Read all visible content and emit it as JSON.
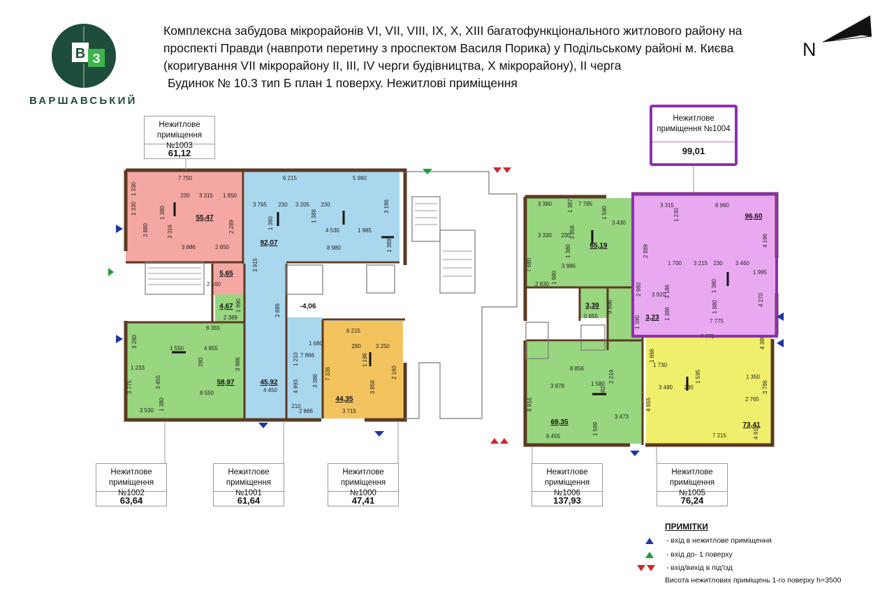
{
  "header": {
    "logo_letters": [
      "В",
      "З"
    ],
    "logo_word": "ВАРШАВСЬКИЙ",
    "title_lines": [
      "Комплексна забудова мікрорайонів VI, VII, VIII, IX, X, XIII багатофункціонального житлового району на",
      "проспекті Правди (навпроти перетину з проспектом Василя Порика) у Подільському районі м. Києва",
      "(коригування VII мікрорайону ІІ, ІІІ, IV черги будівництва, Х мікрорайону), II черга"
    ],
    "subtitle": "Будинок № 10.3   тип Б   план 1 поверху. Нежитлові приміщення",
    "north": "N"
  },
  "premises": [
    {
      "id": "1003",
      "name": "Нежитлове\nприміщення №1003",
      "area": "61,12"
    },
    {
      "id": "1004",
      "name": "Нежитлове\nприміщення №1004",
      "area": "99,01"
    },
    {
      "id": "1002",
      "name": "Нежитлове\nприміщення №1002",
      "area": "63,64"
    },
    {
      "id": "1001",
      "name": "Нежитлове\nприміщення №1001",
      "area": "61,64"
    },
    {
      "id": "1000",
      "name": "Нежитлове\nприміщення №1000",
      "area": "47,41"
    },
    {
      "id": "1006",
      "name": "Нежитлове\nприміщення №1006",
      "area": "137,93"
    },
    {
      "id": "1005",
      "name": "Нежитлове\nприміщення №1005",
      "area": "76,24"
    }
  ],
  "rooms": {
    "r1003_main": "55,47",
    "r1003_aux": "5,65",
    "r1002_aux": "4,67",
    "r1001_main": "92,07",
    "r1001_aux": "45,92",
    "stair_hall": "-4,06",
    "r1000": "44,35",
    "r1002_main": "58,97",
    "r1006_main": "65,19",
    "r1006_aux": "3,39",
    "r1006_lower": "69,35",
    "r1004_main": "96,60",
    "r1004_aux": "3,23",
    "r1005": "73,41"
  },
  "dimensions": [
    "7 750",
    "1 330",
    "1 330",
    "230",
    "3 315",
    "1 850",
    "3 880",
    "3 316",
    "3 886",
    "2 650",
    "2 289",
    "1 380",
    "6 215",
    "5 980",
    "3 765",
    "230",
    "3 205",
    "230",
    "3 186",
    "1 380",
    "1 388",
    "4 530",
    "1 985",
    "8 980",
    "1 389",
    "3 915",
    "3 886",
    "2 160",
    "1 990",
    "2 389",
    "8 355",
    "1 550",
    "4 855",
    "280",
    "3 986",
    "3 280",
    "1 233",
    "3 455",
    "8 550",
    "3 775",
    "3 530",
    "1 380",
    "6 215",
    "280",
    "3 250",
    "1 196",
    "1 680",
    "7 866",
    "1 210",
    "4 993",
    "3 386",
    "7 336",
    "3 856",
    "2 160",
    "210",
    "2 866",
    "4 450",
    "3 715",
    "3 380",
    "1 387",
    "7 785",
    "1 590",
    "3 430",
    "3 330",
    "230",
    "3 856",
    "1 380",
    "3 986",
    "7 680",
    "2 830",
    "1 980",
    "9 996",
    "0 855",
    "8 856",
    "3 878",
    "1 580",
    "2 219",
    "382",
    "8 916",
    "6 455",
    "3 473",
    "1 599",
    "3 315",
    "8 960",
    "1 230",
    "4 196",
    "2 889",
    "1 700",
    "3 215",
    "230",
    "3 460",
    "1 995",
    "2 980",
    "3 920",
    "3 186",
    "1 380",
    "1 880",
    "4 270",
    "1 386",
    "1 390",
    "7 775",
    "7 775",
    "4 380",
    "1 730",
    "1 666",
    "1 350",
    "3 490",
    "230",
    "1 595",
    "2 765",
    "4 655",
    "4 916",
    "3 786",
    "7 215"
  ],
  "notes": {
    "title": "ПРИМІТКИ",
    "items": [
      {
        "marker": "blue-triangle",
        "text": "- вхід в нежитлове приміщення"
      },
      {
        "marker": "green-triangle",
        "text": "- вхід до- 1 поверху"
      },
      {
        "marker": "red-double-triangle",
        "text": "- вхід/вихід в під'їзд"
      }
    ],
    "height_note": "Висота нежитлових приміщень 1-го поверху h=3500"
  },
  "colors": {
    "wall": "#5b3a22",
    "pink": "#f4a7a3",
    "blue": "#a9d7ee",
    "green": "#98d67f",
    "orange": "#f3c35e",
    "violet": "#e9a9f1",
    "yellow": "#f0ef6c",
    "highlight": "#8e2fb2",
    "marker_blue": "#1a36a8",
    "marker_green": "#1f9a3b",
    "marker_red": "#d0262b"
  }
}
